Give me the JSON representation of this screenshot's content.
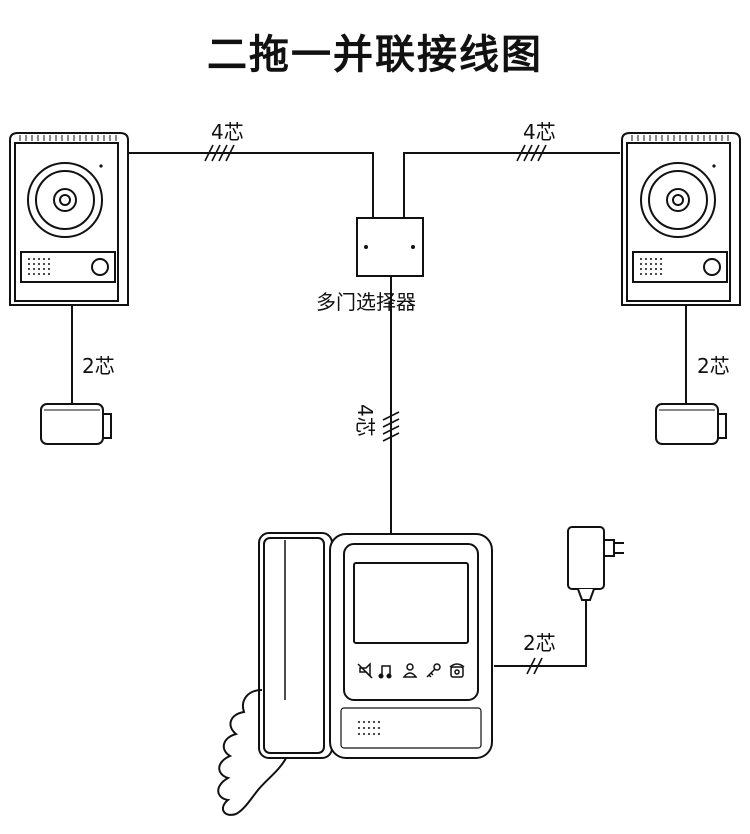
{
  "title": "二拖一并联接线图",
  "labels": {
    "left_outdoor_cable": "4芯",
    "right_outdoor_cable": "4芯",
    "selector": "多门选择器",
    "selector_to_monitor_cable": "4芯",
    "left_lock_cable": "2芯",
    "right_lock_cable": "2芯",
    "power_cable": "2芯"
  },
  "monitor_icons": [
    "mute-icon",
    "music-icon",
    "user-icon",
    "unlock-key-icon",
    "intercom-phone-icon"
  ]
}
